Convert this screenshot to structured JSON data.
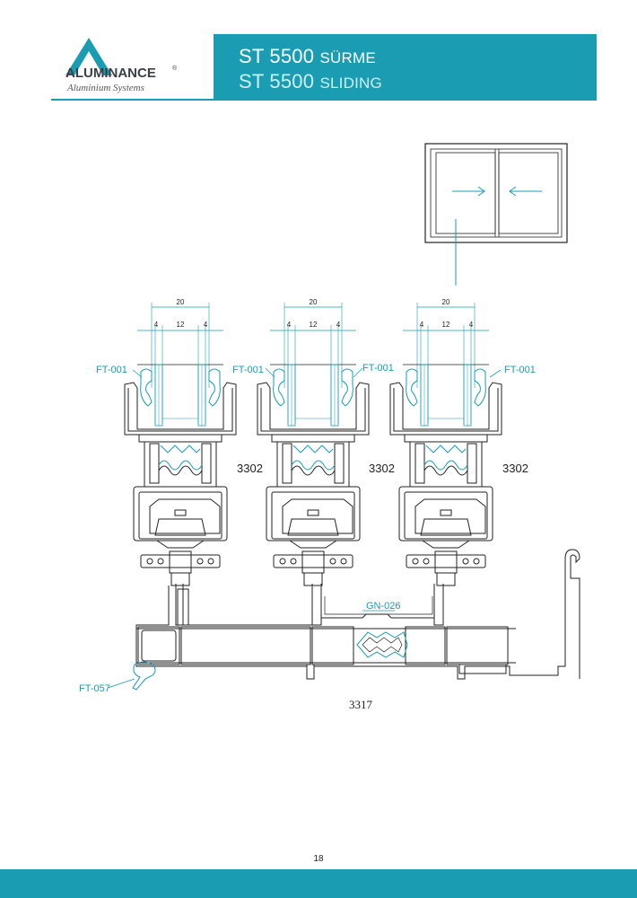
{
  "brand": {
    "name": "ALUMINANCE",
    "registered": "®",
    "tagline": "Aluminium Systems",
    "accent_color": "#1a9db2"
  },
  "title": {
    "line1_code": "ST 5500",
    "line1_word": "SÜRME",
    "line2_code": "ST 5500",
    "line2_word": "SLIDING"
  },
  "drawing": {
    "dimensions": {
      "total": "20",
      "left": "4",
      "middle": "12",
      "right": "4"
    },
    "labels": {
      "gasket_top": "FT-001",
      "sash_profile": "3302",
      "connector": "GN-026",
      "gasket_bottom": "FT-057",
      "frame_profile": "3317"
    }
  },
  "page_number": "18"
}
